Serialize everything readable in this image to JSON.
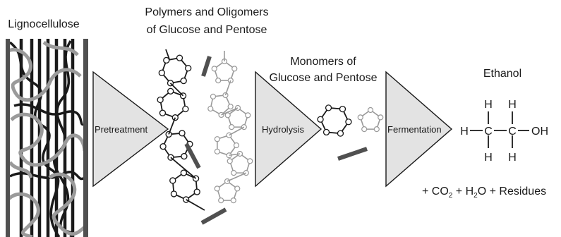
{
  "labels": {
    "lignocellulose": "Lignocellulose",
    "polymers_line1": "Polymers and Oligomers",
    "polymers_line2": "of Glucose and Pentose",
    "monomers_line1": "Monomers of",
    "monomers_line2": "Glucose and Pentose",
    "ethanol": "Ethanol"
  },
  "steps": {
    "pretreatment": "Pretreatment",
    "hydrolysis": "Hydrolysis",
    "fermentation": "Fermentation"
  },
  "ethanol_formula": {
    "h": "H",
    "c": "C",
    "oh": "OH"
  },
  "byproducts": {
    "plus1": "+ CO",
    "sub2a": "2",
    "plus2": " + H",
    "sub2b": "2",
    "o_res": "O + Residues"
  },
  "colors": {
    "dark": "#1a1a1a",
    "gray": "#999999",
    "triangle_fill": "#e3e3e3",
    "bar": "#505050"
  }
}
